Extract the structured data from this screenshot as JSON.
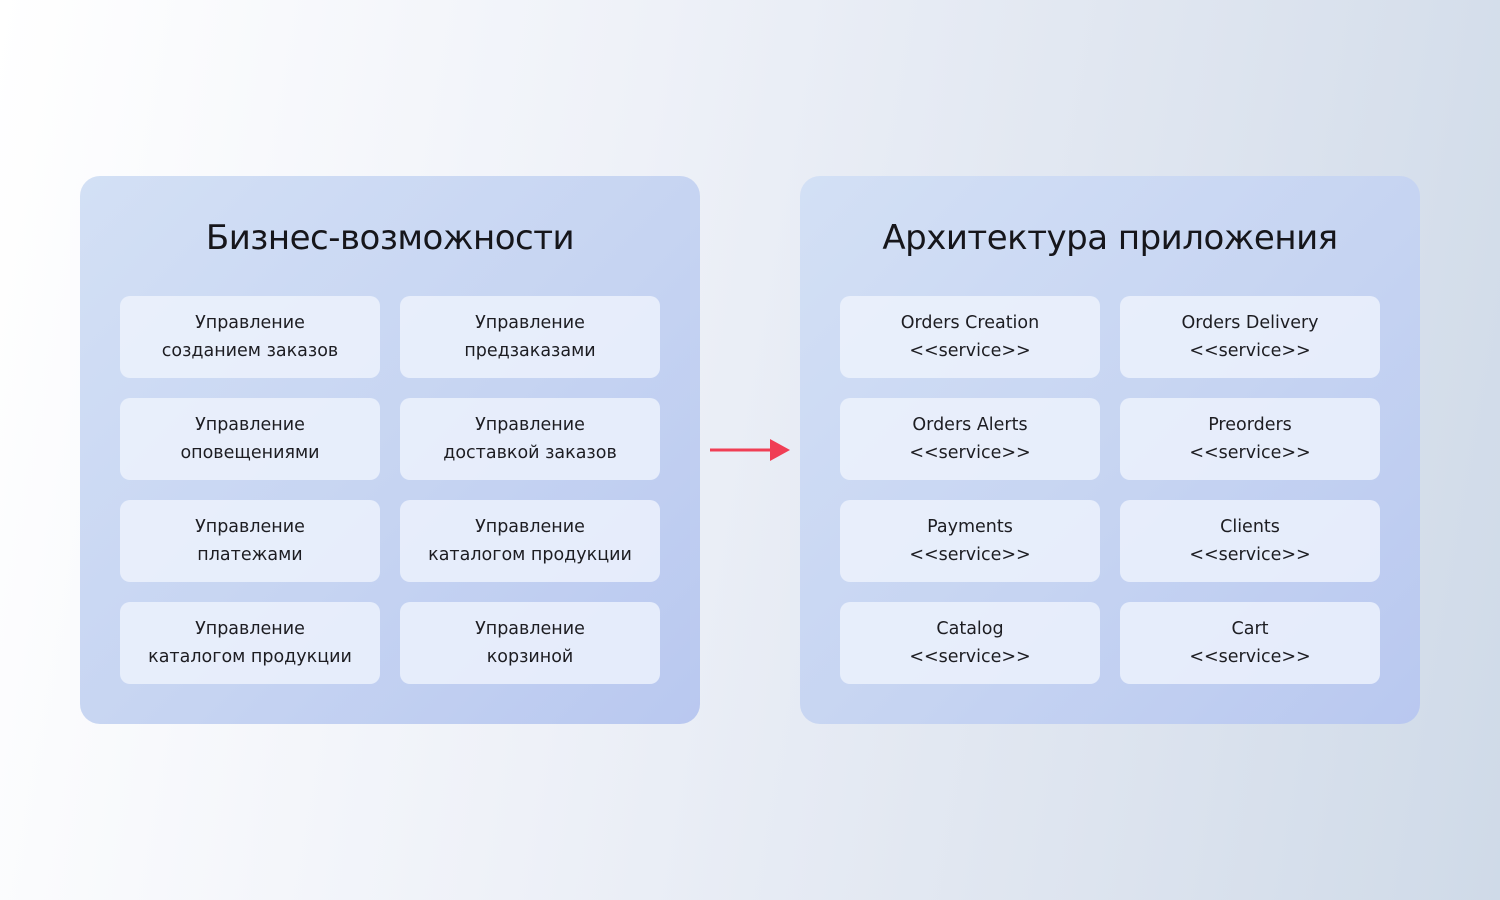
{
  "business": {
    "title": "Бизнес-возможности",
    "items": [
      {
        "line1": "Управление",
        "line2": "созданием заказов"
      },
      {
        "line1": "Управление",
        "line2": "предзаказами"
      },
      {
        "line1": "Управление",
        "line2": "оповещениями"
      },
      {
        "line1": "Управление",
        "line2": "доставкой заказов"
      },
      {
        "line1": "Управление",
        "line2": "платежами"
      },
      {
        "line1": "Управление",
        "line2": "каталогом продукции"
      },
      {
        "line1": "Управление",
        "line2": "каталогом продукции"
      },
      {
        "line1": "Управление",
        "line2": "корзиной"
      }
    ]
  },
  "architecture": {
    "title": "Архитектура приложения",
    "items": [
      {
        "line1": "Orders Creation",
        "line2": "<<service>>"
      },
      {
        "line1": "Orders Delivery",
        "line2": "<<service>>"
      },
      {
        "line1": "Orders Alerts",
        "line2": "<<service>>"
      },
      {
        "line1": "Preorders",
        "line2": "<<service>>"
      },
      {
        "line1": "Payments",
        "line2": "<<service>>"
      },
      {
        "line1": "Clients",
        "line2": "<<service>>"
      },
      {
        "line1": "Catalog",
        "line2": "<<service>>"
      },
      {
        "line1": "Cart",
        "line2": "<<service>>"
      }
    ]
  },
  "connector": {
    "icon": "arrow-right-icon",
    "color": "#f03e55"
  }
}
